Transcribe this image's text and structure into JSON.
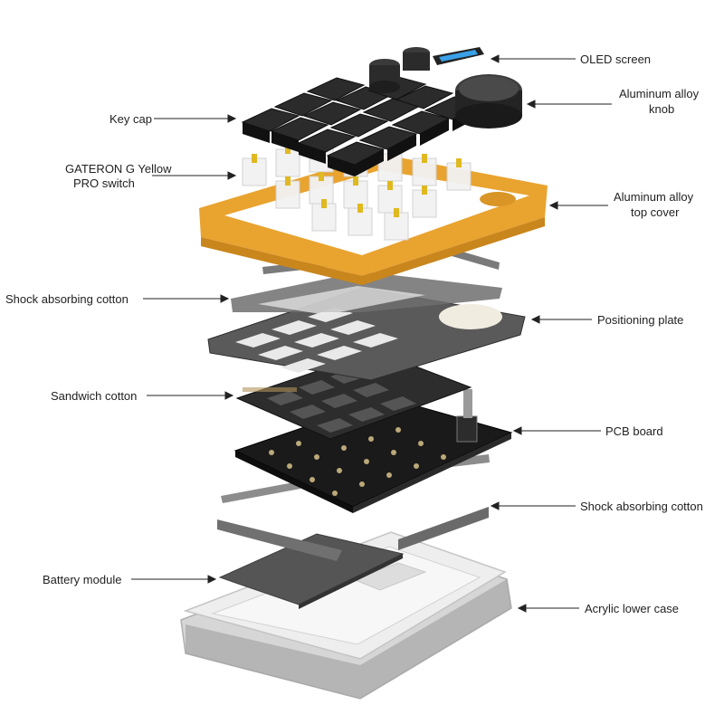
{
  "labels": {
    "oled_screen": "OLED screen",
    "knob": [
      "Aluminum alloy",
      "knob"
    ],
    "keycap": "Key cap",
    "switch": [
      "GATERON G Yellow",
      "PRO switch"
    ],
    "top_cover": [
      "Aluminum alloy",
      "top cover"
    ],
    "shock_cotton_top": "Shock absorbing cotton",
    "positioning_plate": "Positioning plate",
    "sandwich_cotton": "Sandwich cotton",
    "pcb_board": "PCB board",
    "shock_cotton_bottom": "Shock absorbing cotton",
    "battery_module": "Battery module",
    "acrylic_case": "Acrylic lower case"
  },
  "colors": {
    "top_cover": "#eeaa33",
    "keycap": "#2b2b2b",
    "switch_stem": "#e0b820",
    "plate": "#4a4a4a",
    "pcb": "#1a1a1a",
    "battery": "#555555",
    "acrylic": "#e6e6e6",
    "oled": "#3aa0e8"
  }
}
